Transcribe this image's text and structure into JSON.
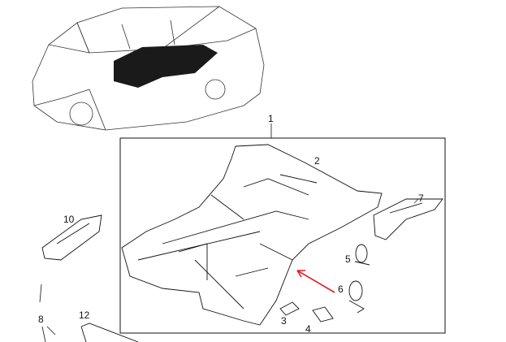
{
  "diagram": {
    "labels": {
      "floor_assembly": "1",
      "floor_panel": "2",
      "bracket_left": "3",
      "bracket_right": "4",
      "tie_down_ring_upper": "5",
      "tie_down_ring_lower": "6",
      "side_member": "7",
      "group_8": "8",
      "reinforcement": "10",
      "sill_strip": "12"
    },
    "colors": {
      "line": "#111111",
      "pointer_arrow": "#e02020",
      "floor_highlight": "#1a1a1a"
    }
  }
}
